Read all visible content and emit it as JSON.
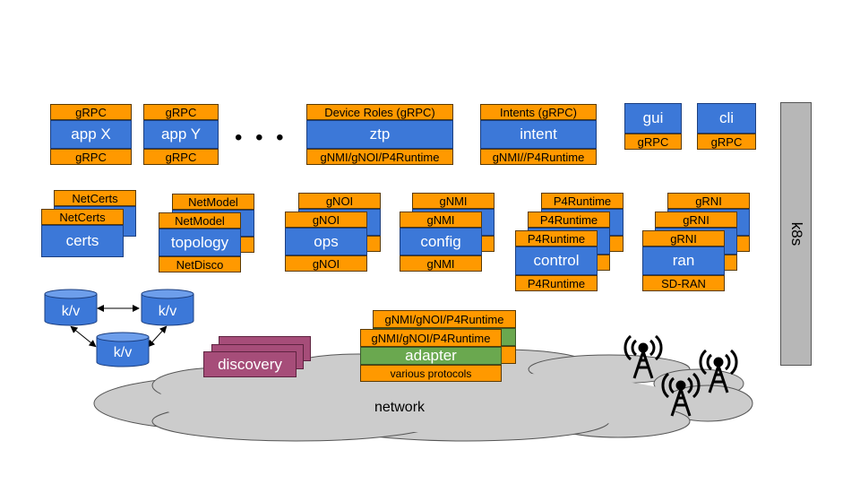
{
  "apps": {
    "app_x": {
      "top": "gRPC",
      "label": "app X",
      "bottom": "gRPC"
    },
    "app_y": {
      "top": "gRPC",
      "label": "app Y",
      "bottom": "gRPC"
    },
    "ellipsis": "• • •",
    "ztp": {
      "top": "Device Roles (gRPC)",
      "label": "ztp",
      "bottom": "gNMI/gNOI/P4Runtime"
    },
    "intent": {
      "top": "Intents (gRPC)",
      "label": "intent",
      "bottom": "gNMI//P4Runtime"
    },
    "gui": {
      "label": "gui",
      "bottom": "gRPC"
    },
    "cli": {
      "label": "cli",
      "bottom": "gRPC"
    }
  },
  "k8s": "k8s",
  "services": {
    "certs": {
      "top": "NetCerts",
      "label": "certs"
    },
    "topology": {
      "top": "NetModel",
      "label": "topology",
      "bottom": "NetDisco"
    },
    "ops": {
      "top": "gNOI",
      "label": "ops",
      "bottom": "gNOI"
    },
    "config": {
      "top": "gNMI",
      "label": "config",
      "bottom": "gNMI"
    },
    "control": {
      "top": "P4Runtime",
      "label": "control",
      "bottom": "P4Runtime"
    },
    "ran": {
      "top": "gRNI",
      "label": "ran",
      "bottom": "SD-RAN"
    }
  },
  "kv": [
    "k/v",
    "k/v",
    "k/v"
  ],
  "discovery": "discovery",
  "adapter": {
    "top": "gNMI/gNOI/P4Runtime",
    "label": "adapter",
    "bottom": "various protocols"
  },
  "network": "network",
  "colors": {
    "orange": "#ff9900",
    "blue": "#3c78d8",
    "green": "#6aa84f",
    "magenta": "#a64d79",
    "gray": "#b7b7b7",
    "cloud": "#cccccc"
  }
}
